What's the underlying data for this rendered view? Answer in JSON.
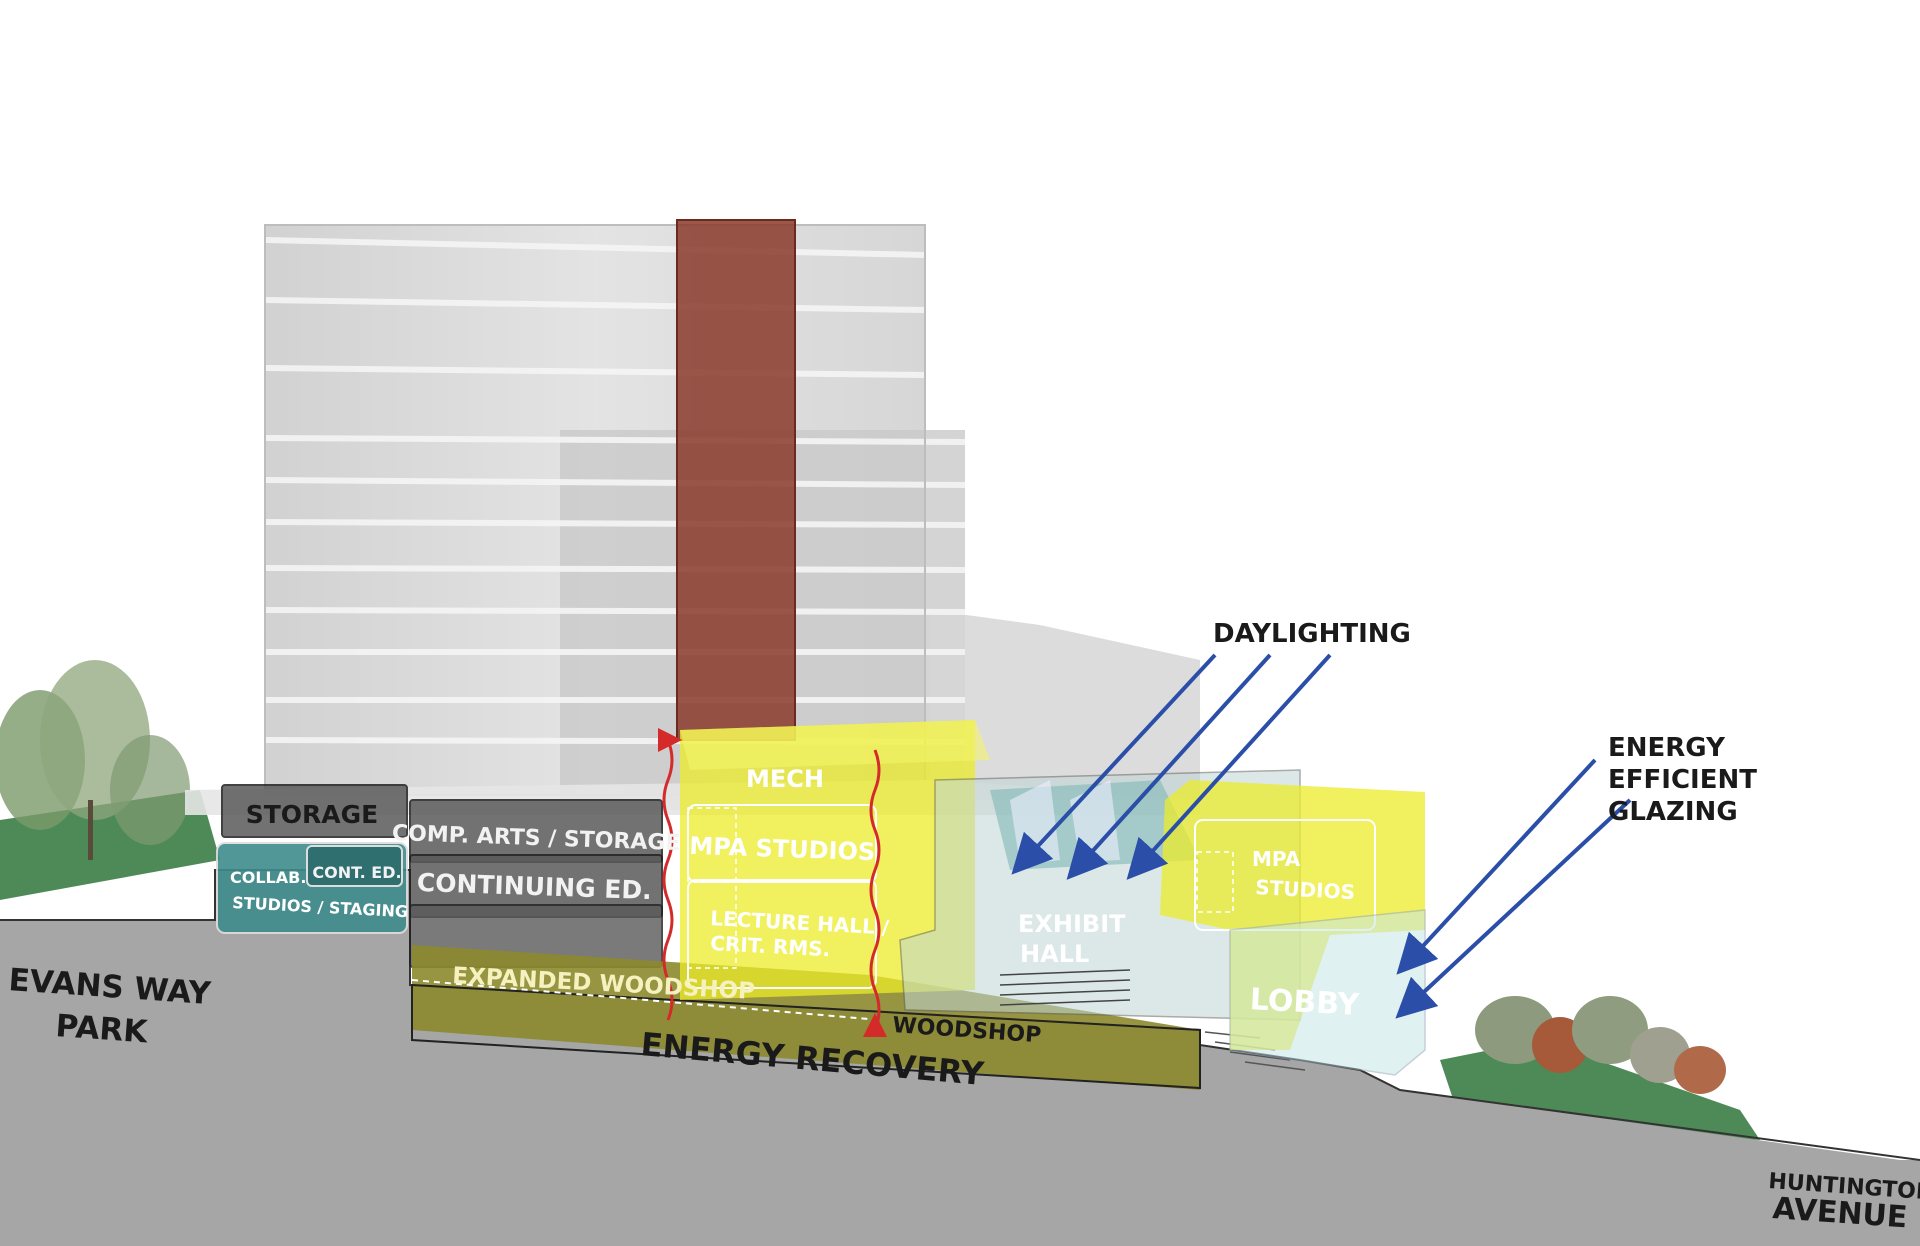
{
  "labels": {
    "evans_way": "EVANS WAY",
    "park": "PARK",
    "huntington": "HUNTINGTON",
    "avenue": "AVENUE",
    "energy_recovery": "ENERGY RECOVERY",
    "daylighting": "DAYLIGHTING",
    "glazing_line1": "ENERGY",
    "glazing_line2": "EFFICIENT",
    "glazing_line3": "GLAZING"
  },
  "spaces": {
    "storage": "STORAGE",
    "comp_arts": "COMP. ARTS / STORAGE",
    "cont_ed_small": "CONT. ED.",
    "continuing_ed": "CONTINUING ED.",
    "collab_line1": "COLLAB.",
    "collab_line2": "STUDIOS / STAGING",
    "expanded_woodshop": "EXPANDED WOODSHOP",
    "woodshop": "WOODSHOP",
    "mech": "MECH",
    "mpa_studios": "MPA STUDIOS",
    "lecture_line1": "LECTURE HALL /",
    "lecture_line2": "CRIT. RMS.",
    "exhibit_line1": "EXHIBIT",
    "exhibit_line2": "HALL",
    "mpa_line1": "MPA",
    "mpa_line2": "STUDIOS",
    "lobby": "LOBBY"
  },
  "colors": {
    "ground": "#a6a6a6",
    "tower_glass": "#d9d9d9",
    "chimney": "#8a3a2a",
    "yellow": "#ecec2a",
    "teal": "#3f8c8c",
    "dark_box": "#4a4a4a",
    "woodshop": "#8c8a2e",
    "arrow_blue": "#2b4fa8",
    "arrow_red": "#d42a2a",
    "park_green": "#4e8a58"
  }
}
